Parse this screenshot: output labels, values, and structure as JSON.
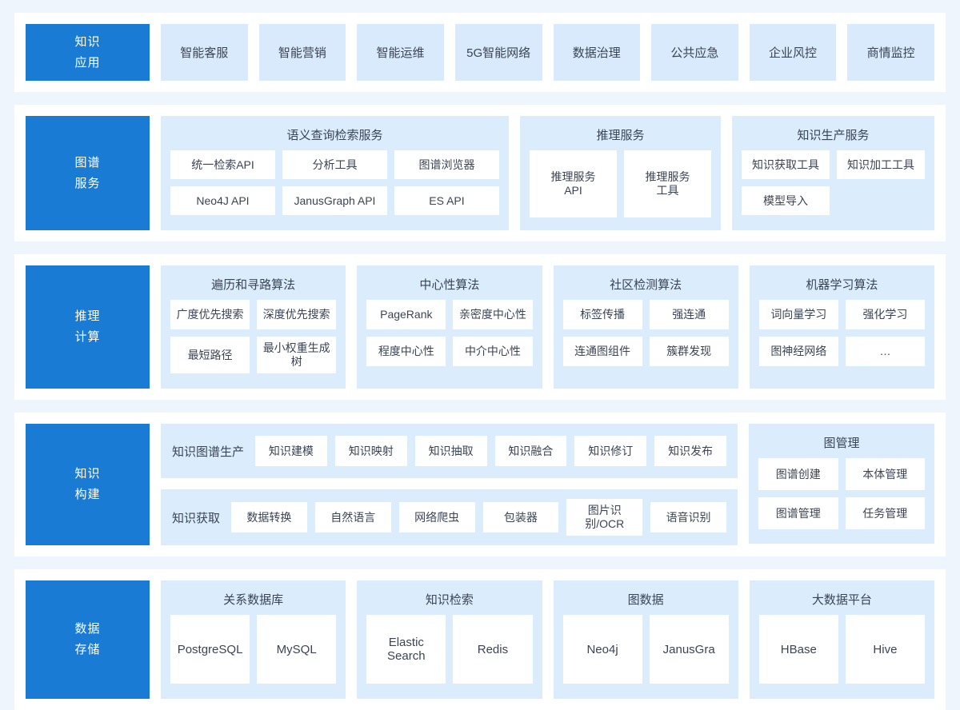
{
  "layers": [
    {
      "id": "knowledge-application",
      "label_lines": [
        "知识",
        "应用"
      ],
      "type": "chips",
      "chips": [
        "智能客服",
        "智能营销",
        "智能运维",
        "5G智能网络",
        "数据治理",
        "公共应急",
        "企业风控",
        "商情监控"
      ]
    },
    {
      "id": "graph-service",
      "label_lines": [
        "图谱",
        "服务"
      ],
      "type": "groups",
      "groups": [
        {
          "title": "语义查询检索服务",
          "tiles": [
            "统一检索API",
            "分析工具",
            "图谱浏览器",
            "Neo4J API",
            "JanusGraph API",
            "ES API"
          ]
        },
        {
          "title": "推理服务",
          "tiles": [
            "推理服务\nAPI",
            "推理服务\n工具"
          ]
        },
        {
          "title": "知识生产服务",
          "tiles": [
            "知识获取工具",
            "知识加工工具",
            "模型导入",
            ""
          ]
        }
      ]
    },
    {
      "id": "reasoning-computation",
      "label_lines": [
        "推理",
        "计算"
      ],
      "type": "groups",
      "groups": [
        {
          "title": "遍历和寻路算法",
          "tiles": [
            "广度优先搜索",
            "深度优先搜索",
            "最短路径",
            "最小权重生成树"
          ]
        },
        {
          "title": "中心性算法",
          "tiles": [
            "PageRank",
            "亲密度中心性",
            "程度中心性",
            "中介中心性"
          ]
        },
        {
          "title": "社区检测算法",
          "tiles": [
            "标签传播",
            "强连通",
            "连通图组件",
            "簇群发现"
          ]
        },
        {
          "title": "机器学习算法",
          "tiles": [
            "词向量学习",
            "强化学习",
            "图神经网络",
            "…"
          ]
        }
      ]
    },
    {
      "id": "knowledge-construction",
      "label_lines": [
        "知识",
        "构建"
      ],
      "type": "stripes",
      "stripes": [
        {
          "title": "知识图谱生产",
          "tiles": [
            "知识建模",
            "知识映射",
            "知识抽取",
            "知识融合",
            "知识修订",
            "知识发布"
          ]
        },
        {
          "title": "知识获取",
          "tiles": [
            "数据转换",
            "自然语言",
            "网络爬虫",
            "包装器",
            "图片识别/OCR",
            "语音识别"
          ]
        }
      ],
      "side_group": {
        "title": "图管理",
        "tiles": [
          "图谱创建",
          "本体管理",
          "图谱管理",
          "任务管理"
        ]
      }
    },
    {
      "id": "data-storage",
      "label_lines": [
        "数据",
        "存储"
      ],
      "type": "groups",
      "groups": [
        {
          "title": "关系数据库",
          "tiles": [
            "PostgreSQL",
            "MySQL"
          ]
        },
        {
          "title": "知识检索",
          "tiles": [
            "Elastic\nSearch",
            "Redis"
          ]
        },
        {
          "title": "图数据",
          "tiles": [
            "Neo4j",
            "JanusGra"
          ]
        },
        {
          "title": "大数据平台",
          "tiles": [
            "HBase",
            "Hive"
          ]
        }
      ]
    }
  ],
  "colors": {
    "page_background": "#eef5fd",
    "band_background": "#ffffff",
    "layer_label": "#1a7bd4",
    "group_background": "#dbedfc",
    "chip_background": "#d8eafb",
    "tile_background": "#ffffff",
    "text": "#3b4455"
  }
}
